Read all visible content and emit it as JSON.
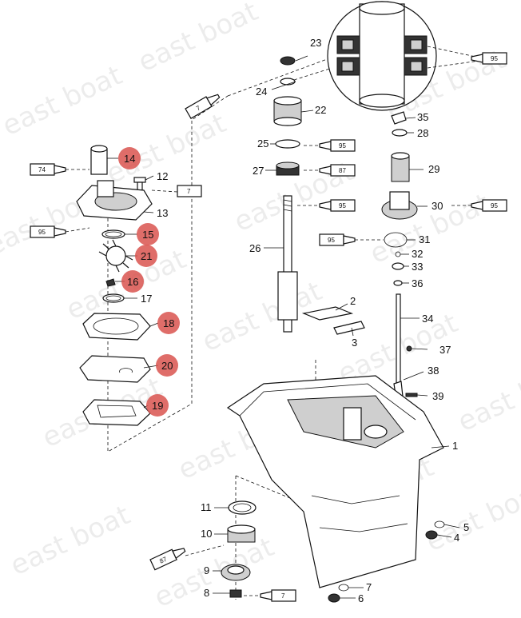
{
  "watermark_text": "east boat",
  "highlight_color": "#d9534f",
  "callouts": [
    "23",
    "24",
    "22",
    "35",
    "28",
    "25",
    "29",
    "27",
    "30",
    "26",
    "31",
    "32",
    "33",
    "36",
    "2",
    "3",
    "34",
    "37",
    "38",
    "39",
    "1",
    "14",
    "12",
    "13",
    "15",
    "21",
    "16",
    "17",
    "18",
    "20",
    "19",
    "11",
    "10",
    "9",
    "8",
    "5",
    "4",
    "7",
    "6"
  ],
  "tubes": [
    "74",
    "95",
    "7",
    "95",
    "87",
    "95",
    "95",
    "95",
    "95",
    "87",
    "7"
  ]
}
